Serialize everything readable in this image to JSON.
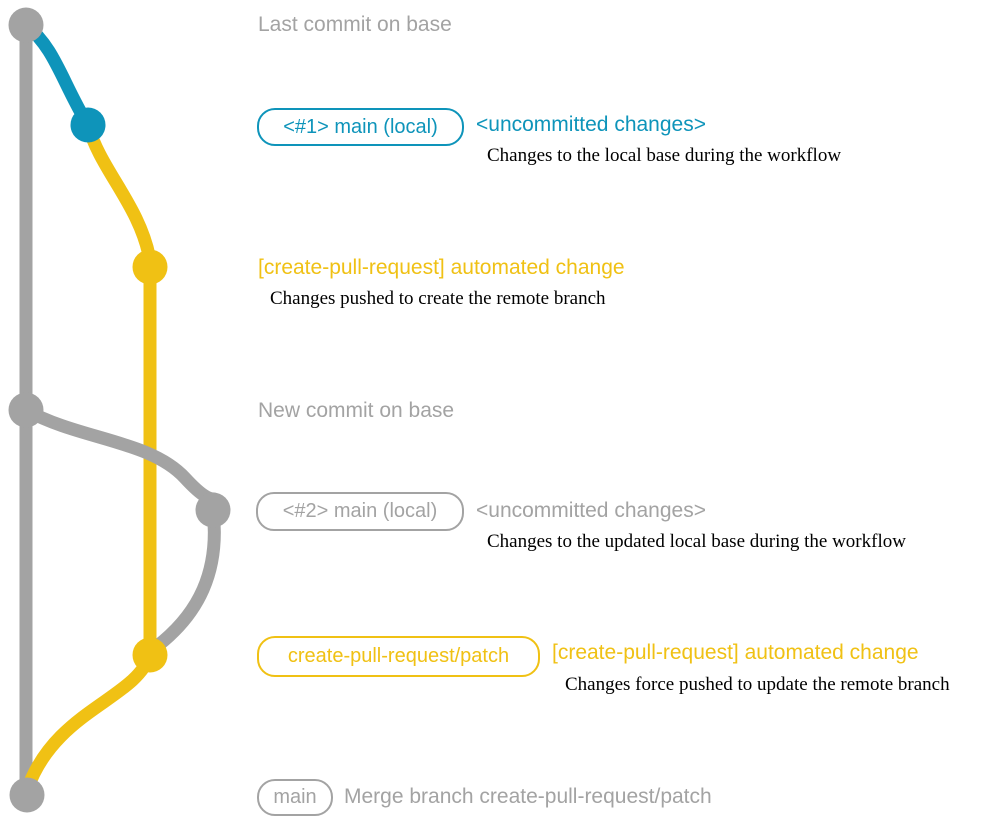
{
  "colors": {
    "gray": "#a3a3a3",
    "blue": "#0e94ba",
    "yellow": "#f0c114",
    "description_text": "#000000",
    "background": "#ffffff"
  },
  "graph": {
    "branch_lines": [
      {
        "name": "base-branch",
        "color": "gray"
      },
      {
        "name": "local-main-branch",
        "color": "blue"
      },
      {
        "name": "create-pull-request-patch-branch",
        "color": "yellow"
      }
    ],
    "commits": [
      {
        "name": "commit-last-on-base",
        "color": "gray"
      },
      {
        "name": "commit-local-main-1",
        "color": "blue"
      },
      {
        "name": "commit-automated-change-1",
        "color": "yellow"
      },
      {
        "name": "commit-new-on-base",
        "color": "gray"
      },
      {
        "name": "commit-local-main-2",
        "color": "gray"
      },
      {
        "name": "commit-automated-change-2",
        "color": "yellow"
      },
      {
        "name": "commit-merge",
        "color": "gray"
      }
    ]
  },
  "annotations": {
    "last_commit_label": "Last commit on base",
    "row1": {
      "badge": "<#1> main (local)",
      "status": "<uncommitted changes>",
      "description": "Changes to the local base during the workflow"
    },
    "row2": {
      "title": "[create-pull-request] automated change",
      "description": "Changes pushed to create the remote branch"
    },
    "new_commit_label": "New commit on base",
    "row3": {
      "badge": "<#2> main (local)",
      "status": "<uncommitted changes>",
      "description": "Changes to the updated local base during the workflow"
    },
    "row4": {
      "badge": "create-pull-request/patch",
      "title": "[create-pull-request] automated change",
      "description": "Changes force pushed to update the remote branch"
    },
    "row5": {
      "badge": "main",
      "message": "Merge branch create-pull-request/patch"
    }
  }
}
